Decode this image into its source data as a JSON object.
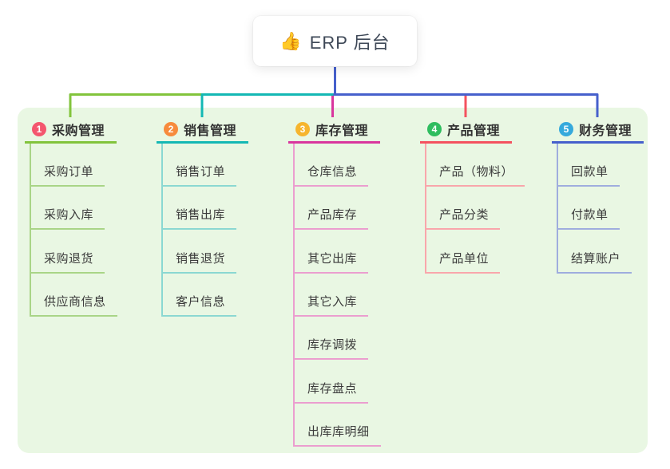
{
  "root": {
    "emoji": "👍",
    "emoji_name": "thumbs-up-icon",
    "label": "ERP 后台"
  },
  "panel_bg": "#e9f7e3",
  "connector_color": "#4660cc",
  "branches": [
    {
      "num": "1",
      "label": "采购管理",
      "num_bg": "#f4566e",
      "line": "#82c43c",
      "line_light": "#a9d587",
      "children": [
        "采购订单",
        "采购入库",
        "采购退货",
        "供应商信息"
      ]
    },
    {
      "num": "2",
      "label": "销售管理",
      "num_bg": "#f78b3d",
      "line": "#14b8b4",
      "line_light": "#8bd8d2",
      "children": [
        "销售订单",
        "销售出库",
        "销售退货",
        "客户信息"
      ]
    },
    {
      "num": "3",
      "label": "库存管理",
      "num_bg": "#f6b52e",
      "line": "#d9369e",
      "line_light": "#eb9ecf",
      "children": [
        "仓库信息",
        "产品库存",
        "其它出库",
        "其它入库",
        "库存调拨",
        "库存盘点",
        "出库库明细"
      ]
    },
    {
      "num": "4",
      "label": "产品管理",
      "num_bg": "#2fbd5f",
      "line": "#f4525f",
      "line_light": "#f9a6ab",
      "children": [
        "产品（物料）",
        "产品分类",
        "产品单位"
      ]
    },
    {
      "num": "5",
      "label": "财务管理",
      "num_bg": "#35a9dc",
      "line": "#4660cc",
      "line_light": "#9fadde",
      "children": [
        "回款单",
        "付款单",
        "结算账户"
      ]
    }
  ]
}
